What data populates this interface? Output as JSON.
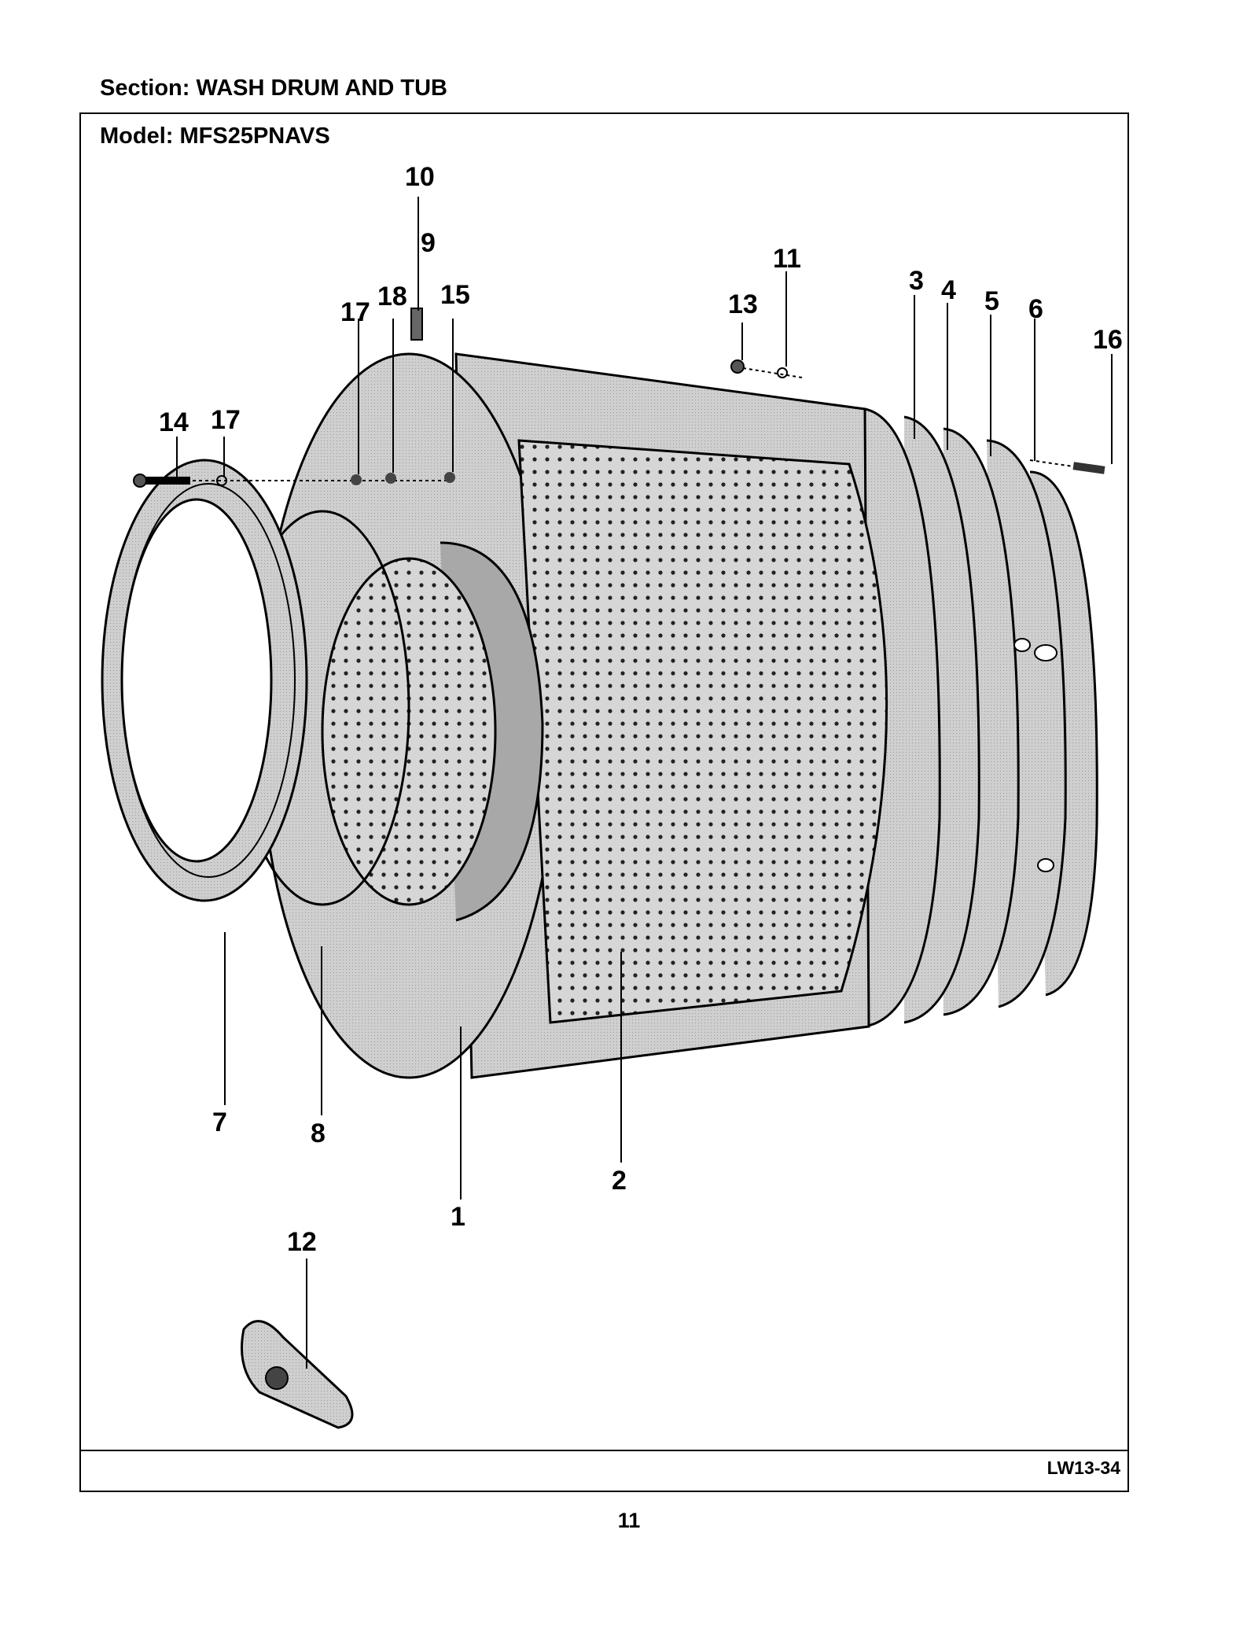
{
  "header": {
    "section_label": "Section:  WASH DRUM AND TUB"
  },
  "panel": {
    "model_label": "Model:  MFS25PNAVS"
  },
  "footer": {
    "figure_code": "LW13-34",
    "page_number": "11"
  },
  "callouts": [
    "10",
    "9",
    "17",
    "18",
    "15",
    "14",
    "17",
    "11",
    "13",
    "3",
    "4",
    "5",
    "6",
    "16",
    "7",
    "8",
    "1",
    "2",
    "12"
  ],
  "colors": {
    "line": "#000000",
    "shade_light": "#d8d8d8",
    "shade_mid": "#bdbdbd",
    "shade_dark": "#8a8a8a",
    "background": "#ffffff"
  }
}
